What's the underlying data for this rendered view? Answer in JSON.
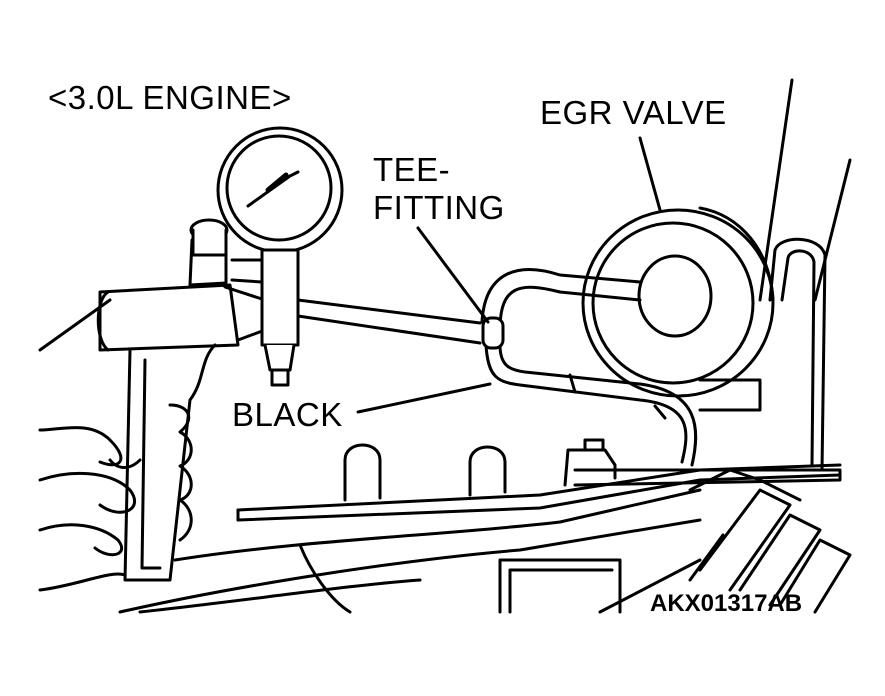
{
  "labels": {
    "engine": "<3.0L ENGINE>",
    "egr_valve": "EGR VALVE",
    "tee_fitting_line1": "TEE-",
    "tee_fitting_line2": "FITTING",
    "black": "BLACK",
    "figure_ref": "AKX01317AB"
  },
  "colors": {
    "line": "#000000",
    "background": "#ffffff"
  }
}
